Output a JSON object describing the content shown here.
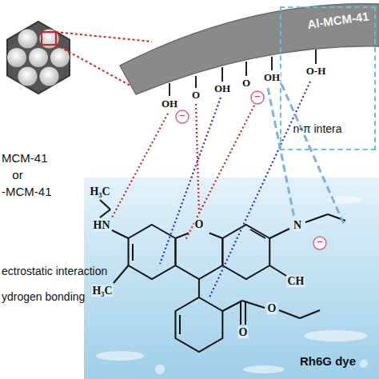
{
  "diagram": {
    "nodes": [
      {
        "text": [
          "Al-MCM-41"
        ]
      },
      {
        "text": [
          "n-π intera"
        ]
      }
    ],
    "labels": [
      "MCM-41",
      "or",
      "-MCM-41",
      "ectrostatic interaction",
      "ydrogen bonding",
      "Rh6G dye",
      "H₃C",
      "HN",
      "H₃C",
      "CH",
      "O",
      "N",
      "O",
      "O",
      "OH",
      "O",
      "OH",
      "O",
      "OH",
      "O-H",
      "−",
      "−",
      "−"
    ]
  }
}
